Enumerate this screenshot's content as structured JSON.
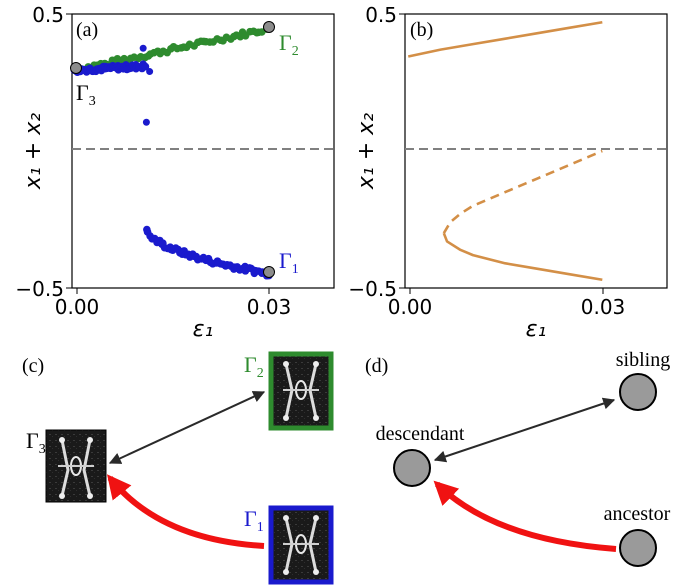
{
  "colors": {
    "scatter_green": "#2e8b2e",
    "scatter_blue": "#1a1acd",
    "endpoint_gray": "#8c8c8c",
    "curve_orange": "#d38f47",
    "dashed_gray": "#808080",
    "arrow_black": "#2a2a2a",
    "arrow_red": "#f01212",
    "frame_green": "#2e8b2e",
    "frame_blue": "#1a1acd",
    "node_gray": "#9a9a9a"
  },
  "chart_data": [
    {
      "type": "scatter",
      "panel_label": "(a)",
      "xlabel": "ε₁",
      "ylabel": "x₁ + x₂",
      "xticks": [
        "0.00",
        "0.03"
      ],
      "yticks": [
        "0.5",
        "−0.5"
      ],
      "xlim": [
        -0.0005,
        0.04
      ],
      "ylim": [
        -0.5,
        0.5
      ],
      "reference_line_y": 0,
      "series": [
        {
          "name": "Γ2",
          "color": "#2e8b2e",
          "x_range": [
            0.0,
            0.03
          ],
          "y_start": 0.295,
          "y_end": 0.447
        },
        {
          "name": "Γ3",
          "color": "#1a1acd",
          "x_range": [
            0.0,
            0.011
          ],
          "y_start": 0.295,
          "y_end": 0.31
        },
        {
          "name": "Γ1",
          "color": "#1a1acd",
          "x_range": [
            0.011,
            0.03
          ],
          "y_start": -0.28,
          "y_end": -0.448
        },
        {
          "name": "outliers",
          "color": "#1a1acd",
          "x": [
            0.0105,
            0.0115,
            0.011
          ],
          "y": [
            0.375,
            0.29,
            0.105
          ]
        }
      ],
      "labels": [
        {
          "text": "Γ2",
          "color": "#2e8b2e"
        },
        {
          "text": "Γ3",
          "color": "#000000"
        },
        {
          "text": "Γ1",
          "color": "#1a1acd"
        }
      ],
      "endpoints": [
        {
          "x": 0.0,
          "y": 0.298
        },
        {
          "x": 0.03,
          "y": 0.447
        },
        {
          "x": 0.03,
          "y": -0.448
        }
      ]
    },
    {
      "type": "line",
      "panel_label": "(b)",
      "xlabel": "ε₁",
      "ylabel": "x₁ + x₂",
      "xticks": [
        "0.00",
        "0.03"
      ],
      "yticks": [
        "0.5",
        "−0.5"
      ],
      "xlim": [
        -0.0005,
        0.04
      ],
      "ylim": [
        -0.5,
        0.5
      ],
      "reference_line_y": 0,
      "series": [
        {
          "name": "upper",
          "style": "solid",
          "x": [
            0.0,
            0.005,
            0.01,
            0.015,
            0.02,
            0.025,
            0.03
          ],
          "y": [
            0.345,
            0.37,
            0.39,
            0.41,
            0.43,
            0.45,
            0.47
          ]
        },
        {
          "name": "middle",
          "style": "dashed",
          "x": [
            0.0055,
            0.0065,
            0.008,
            0.01,
            0.015,
            0.02,
            0.025,
            0.03
          ],
          "y": [
            -0.3,
            -0.26,
            -0.23,
            -0.2,
            -0.15,
            -0.1,
            -0.05,
            0.0
          ]
        },
        {
          "name": "lower",
          "style": "solid",
          "x": [
            0.0055,
            0.006,
            0.008,
            0.01,
            0.015,
            0.02,
            0.025,
            0.03
          ],
          "y": [
            -0.3,
            -0.33,
            -0.36,
            -0.38,
            -0.41,
            -0.43,
            -0.45,
            -0.47
          ]
        }
      ]
    }
  ],
  "panel_c": {
    "label": "(c)",
    "gamma3": "Γ3",
    "gamma2": "Γ2",
    "gamma1": "Γ1"
  },
  "panel_d": {
    "label": "(d)",
    "sibling": "sibling",
    "descendant": "descendant",
    "ancestor": "ancestor"
  }
}
